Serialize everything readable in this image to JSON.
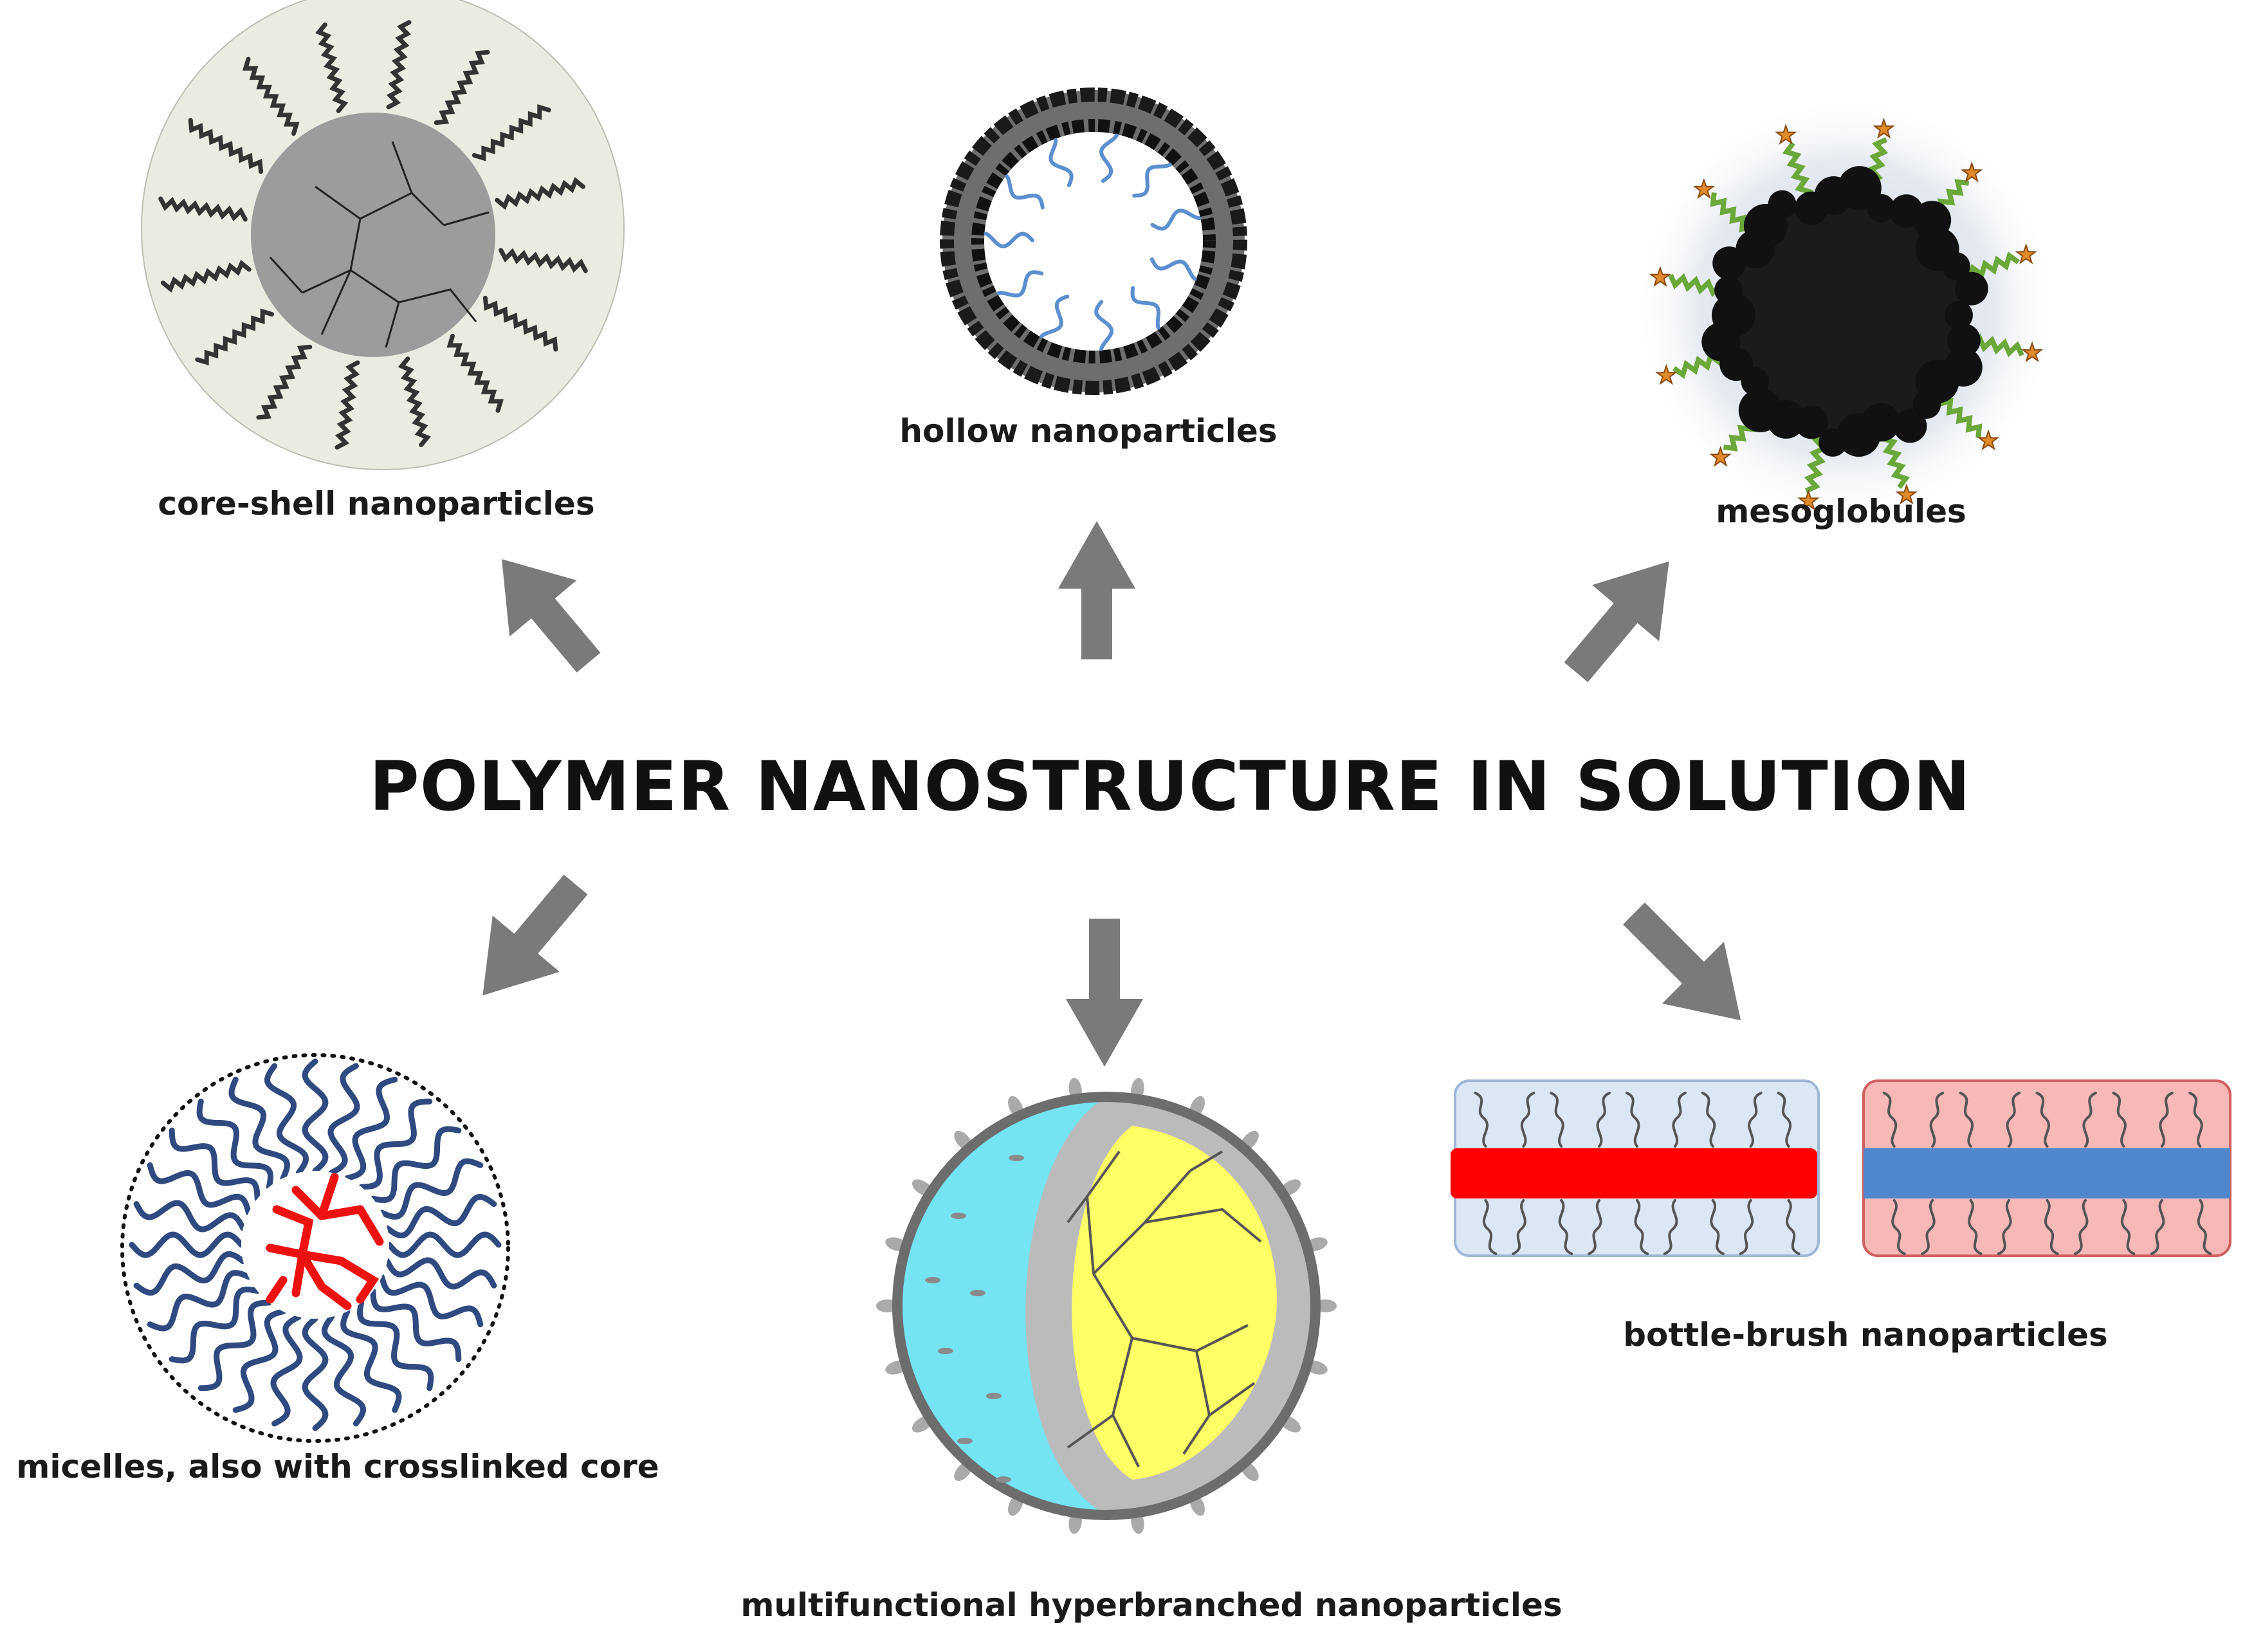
{
  "title": "POLYMER NANOSTRUCTURE IN SOLUTION",
  "structures": {
    "core_shell": "core-shell nanoparticles",
    "hollow": "hollow nanoparticles",
    "mesoglobules": "mesoglobules",
    "micelles": "micelles, also with crosslinked core",
    "hyperbranched": "multifunctional hyperbranched nanoparticles",
    "bottle_brush": "bottle-brush nanoparticles"
  },
  "colors": {
    "arrow": "#7a7a7a",
    "core_shell_bg": "#ecebe2",
    "core_shell_core": "#9c9c9c",
    "hollow_shell": "#6e6e6e",
    "hollow_chain": "#5b8fd0",
    "micelle_chain": "#2e4a80",
    "micelle_core": "#ee1111",
    "hyper_cyan": "#74e3f2",
    "hyper_yellow": "#ffff66",
    "brush_blue_bg": "#dbe7f5",
    "brush_red_bar": "#ff0000",
    "brush_red_bg": "#f7b8b8",
    "brush_blue_bar": "#4f86cc"
  }
}
